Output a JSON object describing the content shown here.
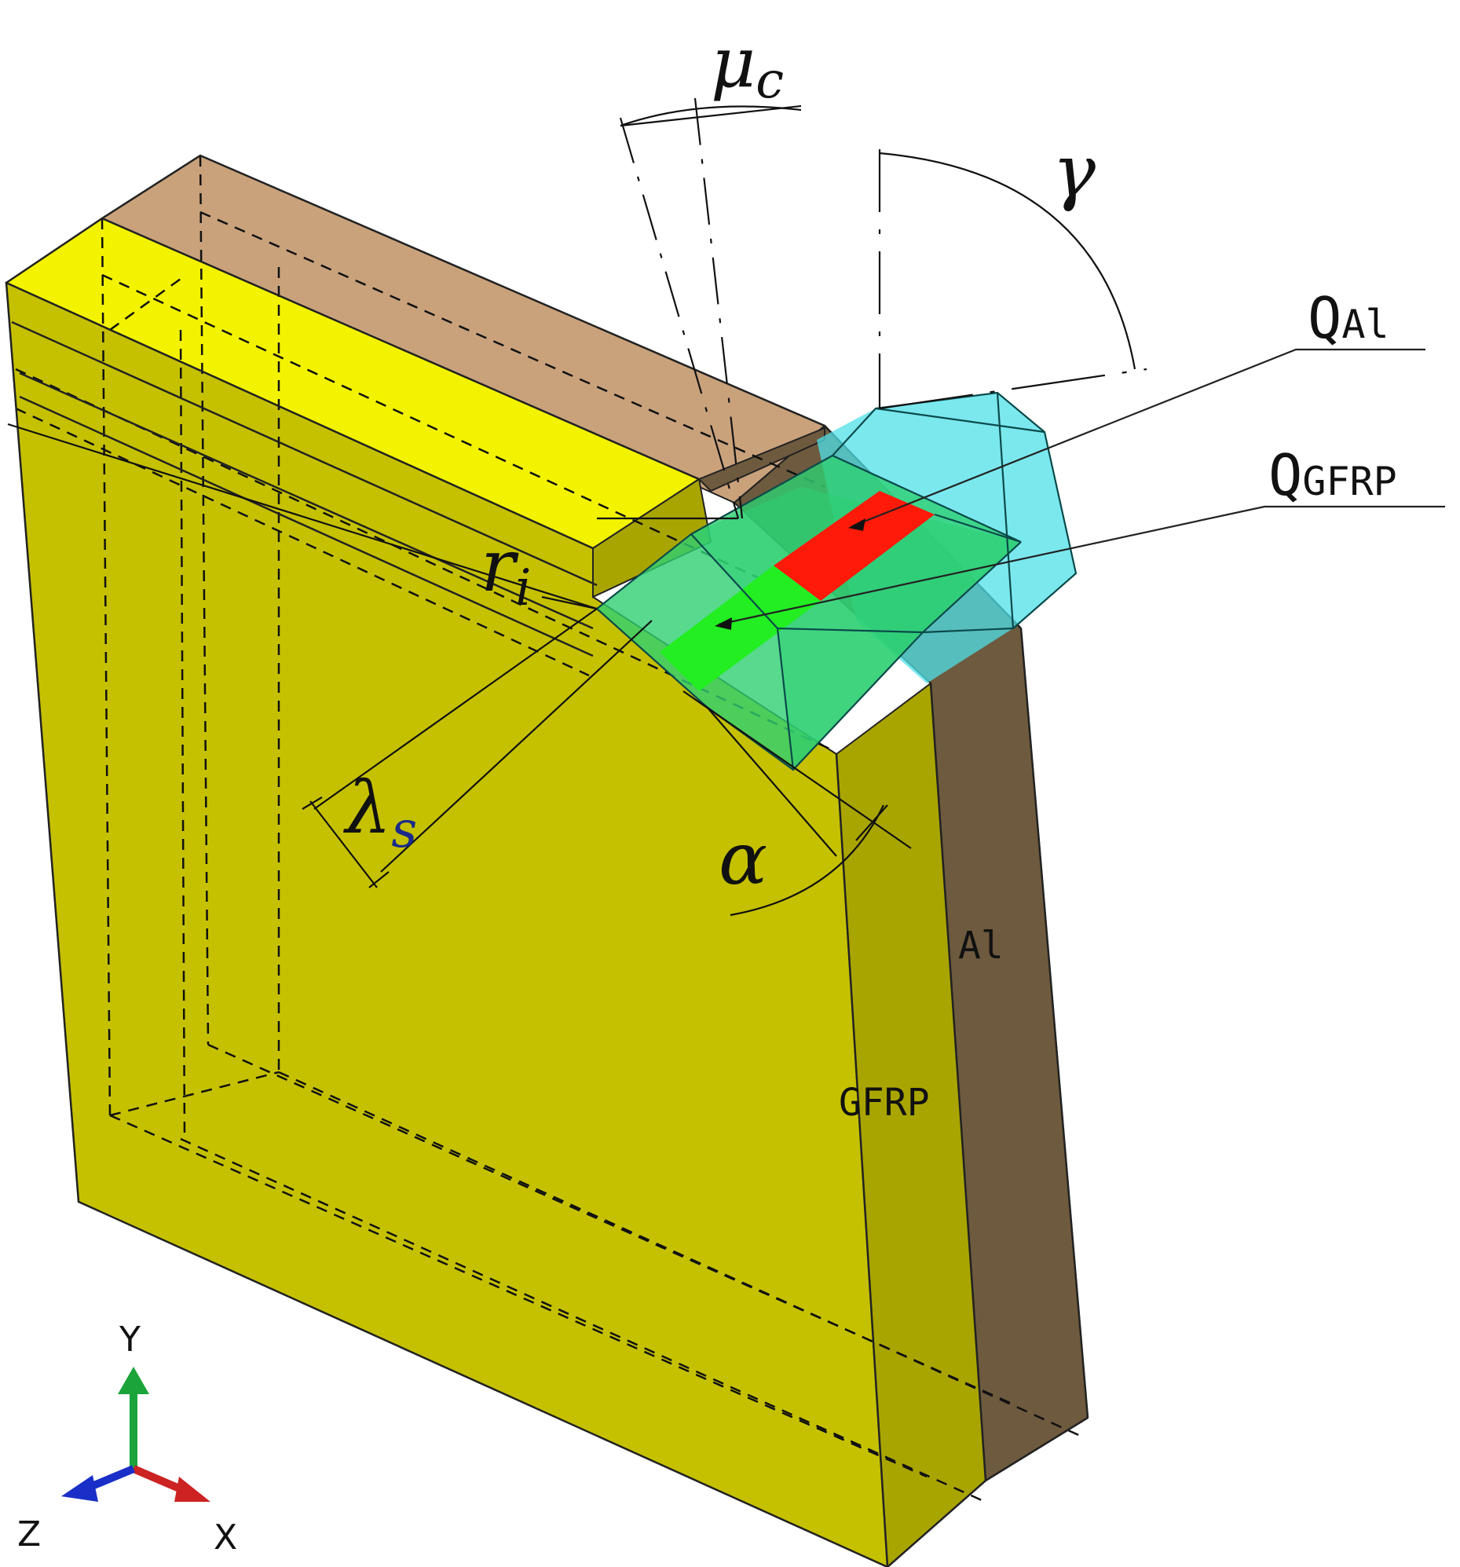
{
  "colors": {
    "gfrp_front": "#c5c100",
    "gfrp_top": "#f3f300",
    "gfrp_side": "#a9a500",
    "al_side": "#6e5a3e",
    "al_top": "#c9a27c",
    "tool_cyan": "#4fe0e8",
    "tool_green": "#2ecf72",
    "rake_face_al": "#ff1a0a",
    "rake_face_gfrp": "#22ee22",
    "axis_y": "#1aa43a",
    "axis_x": "#cc2222",
    "axis_z": "#1a2fc8"
  },
  "angle_labels": {
    "mu_c": {
      "base": "μ",
      "sub": "c"
    },
    "gamma": "γ",
    "r_i": {
      "base": "r",
      "sub": "i"
    },
    "lambda_s": {
      "base": "λ",
      "sub": "s"
    },
    "alpha": "α"
  },
  "callouts": {
    "q_al": {
      "Q": "Q",
      "sub": "Al"
    },
    "q_gfrp": {
      "Q": "Q",
      "sub": "GFRP"
    }
  },
  "materials": {
    "al": "Al",
    "gfrp": "GFRP"
  },
  "triad": {
    "y": "Y",
    "x": "X",
    "z": "Z",
    "icons": [
      "y-axis-arrow-icon",
      "x-axis-arrow-icon",
      "z-axis-arrow-icon"
    ]
  }
}
